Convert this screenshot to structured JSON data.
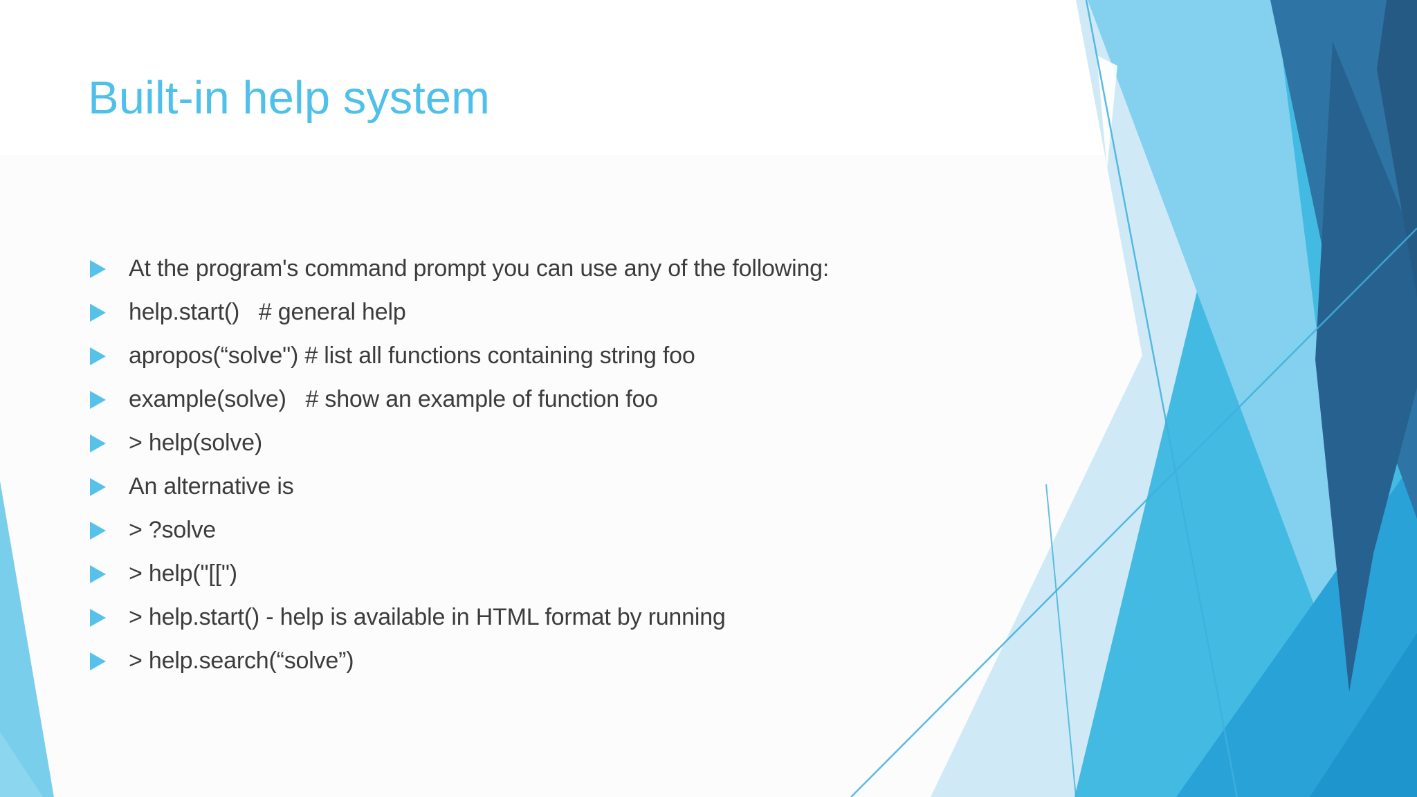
{
  "slide": {
    "title": "Built-in help system",
    "bullets": [
      "At the program's command prompt you can use any of the following:",
      "help.start()   # general help",
      "apropos(“solve\") # list all functions containing string foo",
      "example(solve)   # show an example of function foo",
      "> help(solve)",
      "An alternative is",
      "> ?solve",
      "> help(\"[[\")",
      "> help.start() - help is available in HTML format by running",
      "> help.search(“solve”)"
    ],
    "colors": {
      "title_accent": "#4fc0ea",
      "body_text": "#3c3c3e",
      "bullet_triangle": "#56c2e9",
      "shard_pale": "#cfeaf6",
      "shard_light": "#83d1ee",
      "shard_medium": "#43bae1",
      "shard_bright": "#29a2d7",
      "shard_deep_cyan": "#1e95cd",
      "shard_steel": "#2e74a4",
      "shard_navy": "#276190",
      "shard_navy_dark": "#255a84",
      "accent_line": "#3fb0dd",
      "corner_wedge": "#79cfeb"
    }
  }
}
